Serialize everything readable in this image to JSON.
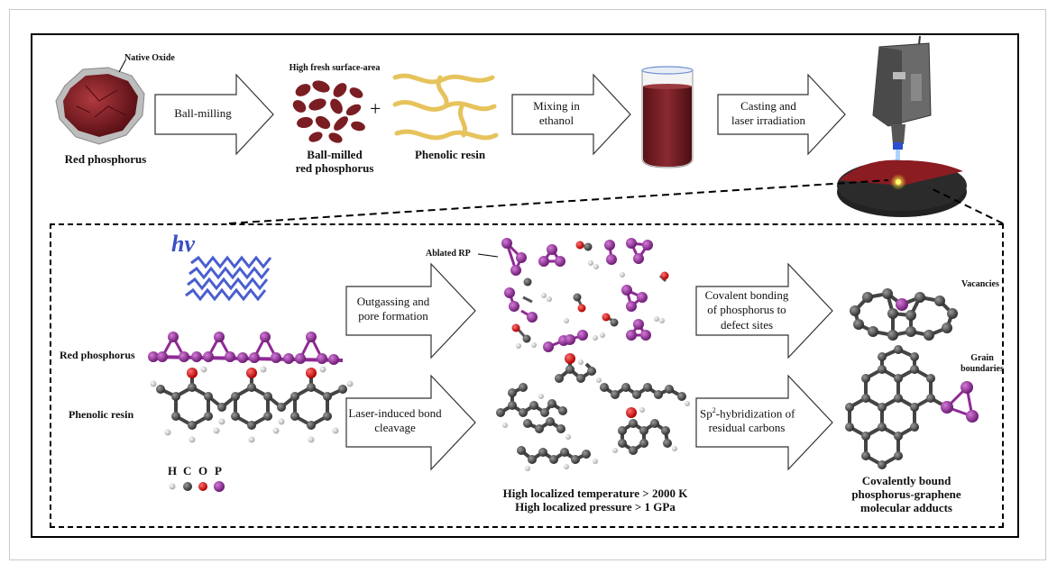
{
  "top_row": {
    "native_oxide": "Native Oxide",
    "red_phosphorus": "Red phosphorus",
    "ball_milling": "Ball-milling",
    "high_fresh": "High fresh surface-area",
    "ball_milled_1": "Ball-milled",
    "ball_milled_2": "red phosphorus",
    "plus": "+",
    "phenolic_resin": "Phenolic resin",
    "mixing_1": "Mixing in",
    "mixing_2": "ethanol",
    "casting_1": "Casting and",
    "casting_2": "laser irradiation"
  },
  "bottom": {
    "hv": "hν",
    "red_phosphorus": "Red phosphorus",
    "phenolic_resin": "Phenolic resin",
    "legend": [
      "H",
      "C",
      "O",
      "P"
    ],
    "outgassing_1": "Outgassing and",
    "outgassing_2": "pore formation",
    "laser_1": "Laser-induced bond",
    "laser_2": "cleavage",
    "ablated": "Ablated RP",
    "temp": "High localized temperature > 2000 K",
    "pressure": "High localized pressure > 1 GPa",
    "covalent_1": "Covalent bonding",
    "covalent_2": "of phosphorus to",
    "covalent_3": "defect sites",
    "sp2_base": "Sp",
    "sp2_sup": "2",
    "sp2_rest": "-hybridization of",
    "sp2_2": "residual carbons",
    "vacancies": "Vacancies",
    "grain_1": "Grain",
    "grain_2": "boundaries",
    "adduct_1": "Covalently bound",
    "adduct_2": "phosphorus-graphene",
    "adduct_3": "molecular adducts"
  },
  "colors": {
    "phosphorus": "#8e2a95",
    "carbon": "#555555",
    "oxygen": "#e01010",
    "hydrogen": "#eeeeee",
    "red_p": "#7a1e24",
    "resin": "#e6c35c"
  }
}
